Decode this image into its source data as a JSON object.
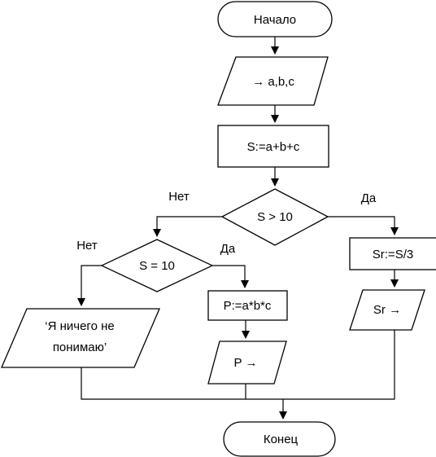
{
  "nodes": {
    "start": "Начало",
    "input": "→ a,b,c",
    "sum": "S:=a+b+c",
    "cond1": "S > 10",
    "avg": "Sr:=S/3",
    "out_avg": "Sr →",
    "cond2": "S = 10",
    "product": "P:=a*b*c",
    "out_product": "P →",
    "message_line1": "‘Я ничего не",
    "message_line2": "понимаю’",
    "end": "Конец"
  },
  "branch_labels": {
    "cond1_no": "Нет",
    "cond1_yes": "Да",
    "cond2_no": "Нет",
    "cond2_yes": "Да"
  }
}
